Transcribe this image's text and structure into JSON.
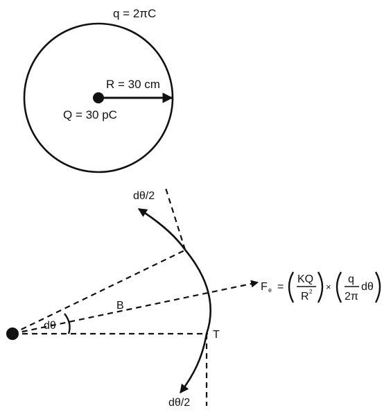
{
  "top_figure": {
    "charge_q_label": "q = 2πC",
    "radius_label": "R = 30 cm",
    "charge_Q_label": "Q = 30 pC"
  },
  "bottom_figure": {
    "angle_top_label": "dθ/2",
    "angle_bottom_label": "dθ/2",
    "angle_center_label": "dθ",
    "point_B_label": "B",
    "point_T_label": "T",
    "force_symbol": "F",
    "force_subscript": "e",
    "equals": "=",
    "numerator_KQ": "KQ",
    "denominator_R": "R",
    "exponent_2": "2",
    "times": "×",
    "numerator_q": "q",
    "denominator_2pi": "2π",
    "dtheta": "dθ"
  },
  "colors": {
    "ink": "#111111",
    "background": "#ffffff"
  }
}
